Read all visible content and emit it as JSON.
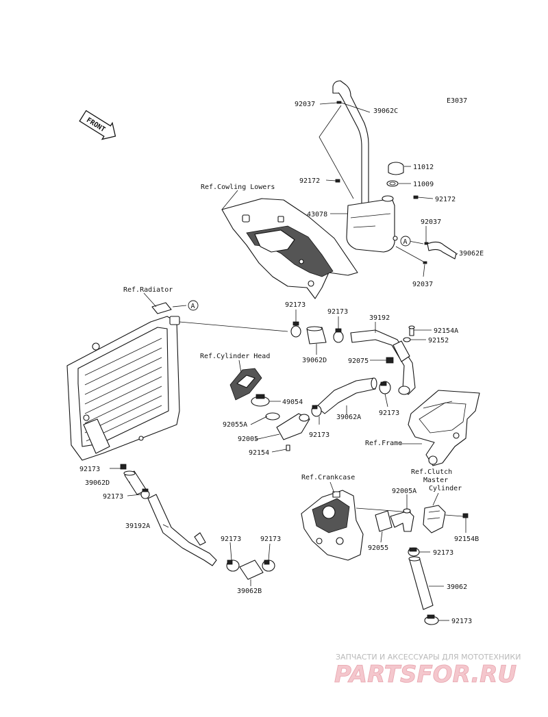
{
  "diagram_code": "E3037",
  "front_arrow_label": "FRONT",
  "references": {
    "cowling_lowers": "Ref.Cowling Lowers",
    "radiator": "Ref.Radiator",
    "cylinder_head": "Ref.Cylinder Head",
    "frame": "Ref.Frame",
    "crankcase": "Ref.Crankcase",
    "clutch_master_line1": "Ref.Clutch",
    "clutch_master_line2": "Master",
    "clutch_master_line3": "Cylinder"
  },
  "connector_letter": "A",
  "part_labels": [
    "92037",
    "39062C",
    "11012",
    "11009",
    "92172",
    "92172",
    "43078",
    "92037",
    "39062E",
    "92037",
    "92173",
    "92173",
    "39192",
    "92154A",
    "92152",
    "39062D",
    "92075",
    "49054",
    "92055A",
    "39062A",
    "92173",
    "92173",
    "92005",
    "92154",
    "92173",
    "39062D",
    "92173",
    "39192A",
    "92173",
    "92173",
    "39062B",
    "92005A",
    "92154B",
    "92055",
    "92173",
    "39062",
    "92173"
  ],
  "watermark": {
    "tagline": "ЗАПЧАСТИ И АКСЕССУАРЫ ДЛЯ МОТОТЕХНИКИ",
    "brand": "PARTSFOR.RU"
  }
}
